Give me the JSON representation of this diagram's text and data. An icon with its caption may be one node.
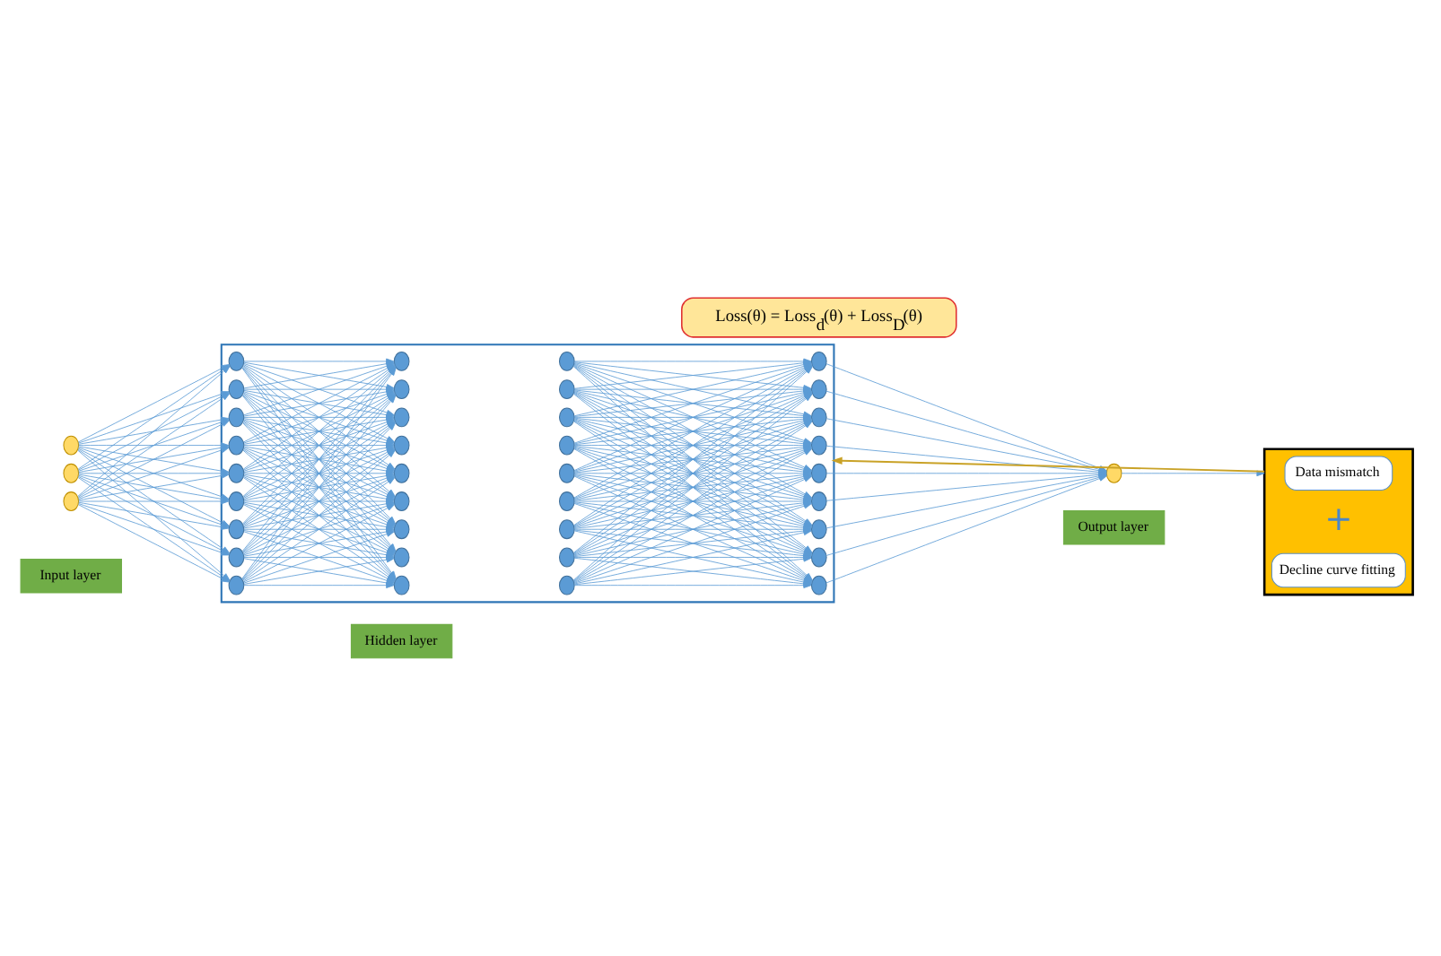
{
  "diagram": {
    "nodes": [
      {
        "text": [
          "Loss(θ) = Loss$_{d}$(θ) + Loss$_{D}$(θ)"
        ]
      },
      {
        "text": [],
        "shape": "circle"
      },
      {
        "text": [],
        "shape": "circle"
      },
      {
        "text": [],
        "shape": "circle"
      },
      {
        "text": [],
        "shape": "box"
      },
      {
        "text": [],
        "shape": "circle",
        "in": 4
      },
      {
        "text": [],
        "shape": "circle",
        "in": 4
      },
      {
        "text": [],
        "shape": "circle",
        "in": 4
      },
      {
        "text": [],
        "shape": "circle",
        "in": 4
      },
      {
        "text": [],
        "shape": "circle",
        "in": 4
      },
      {
        "text": [],
        "shape": "circle",
        "in": 4
      },
      {
        "text": [],
        "shape": "circle",
        "in": 4
      },
      {
        "text": [],
        "shape": "circle",
        "in": 4
      },
      {
        "text": [],
        "shape": "circle",
        "in": 4
      },
      {
        "text": [],
        "shape": "circle",
        "in": 4
      },
      {
        "text": [],
        "shape": "circle",
        "in": 4
      },
      {
        "text": [],
        "shape": "circle",
        "in": 4
      },
      {
        "text": [],
        "shape": "circle",
        "in": 4
      },
      {
        "text": [],
        "shape": "circle",
        "in": 4
      },
      {
        "text": [],
        "shape": "circle",
        "in": 4
      },
      {
        "text": [],
        "shape": "circle",
        "in": 4
      },
      {
        "text": [],
        "shape": "circle",
        "in": 4
      },
      {
        "text": [],
        "shape": "circle",
        "in": 4
      },
      {
        "text": [],
        "shape": "circle",
        "in": 4
      },
      {
        "text": [],
        "shape": "circle",
        "in": 4
      },
      {
        "text": [],
        "shape": "circle",
        "in": 4
      },
      {
        "text": [],
        "shape": "circle",
        "in": 4
      },
      {
        "text": [],
        "shape": "circle",
        "in": 4
      },
      {
        "text": [],
        "shape": "circle",
        "in": 4
      },
      {
        "text": [],
        "shape": "circle",
        "in": 4
      },
      {
        "text": [],
        "shape": "circle",
        "in": 4
      },
      {
        "text": [],
        "shape": "circle",
        "in": 4
      },
      {
        "text": [],
        "shape": "circle",
        "in": 4
      },
      {
        "text": [],
        "shape": "circle",
        "in": 4
      },
      {
        "text": [],
        "shape": "circle",
        "in": 4
      },
      {
        "text": [],
        "shape": "circle",
        "in": 4
      },
      {
        "text": [],
        "shape": "circle",
        "in": 4
      },
      {
        "text": [],
        "shape": "circle",
        "in": 4
      },
      {
        "text": [],
        "shape": "circle",
        "in": 4
      },
      {
        "text": [],
        "shape": "circle",
        "in": 4
      },
      {
        "text": [],
        "shape": "circle",
        "in": 4
      },
      {
        "text": [],
        "shape": "circle"
      },
      {
        "text": [],
        "shape": "box"
      },
      {
        "text": [
          "Data mismatch"
        ],
        "in": 42
      },
      {
        "text": [
          "Decline curve fitting"
        ],
        "in": 42
      },
      {
        "text": [
          "Input layer"
        ]
      },
      {
        "text": [
          "Hidden layer"
        ]
      },
      {
        "text": [
          "Output layer"
        ]
      }
    ],
    "edges": [
      {
        "from": 1,
        "to": 5,
        "arrow": "to"
      },
      {
        "from": 1,
        "to": 6,
        "arrow": "to"
      },
      {
        "from": 1,
        "to": 7,
        "arrow": "to"
      },
      {
        "from": 1,
        "to": 8,
        "arrow": "to"
      },
      {
        "from": 1,
        "to": 9,
        "arrow": "to"
      },
      {
        "from": 1,
        "to": 10,
        "arrow": "to"
      },
      {
        "from": 1,
        "to": 11,
        "arrow": "to"
      },
      {
        "from": 1,
        "to": 12,
        "arrow": "to"
      },
      {
        "from": 1,
        "to": 13,
        "arrow": "to"
      },
      {
        "from": 2,
        "to": 5,
        "arrow": "to"
      },
      {
        "from": 2,
        "to": 6,
        "arrow": "to"
      },
      {
        "from": 2,
        "to": 7,
        "arrow": "to"
      },
      {
        "from": 2,
        "to": 8,
        "arrow": "to"
      },
      {
        "from": 2,
        "to": 9,
        "arrow": "to"
      },
      {
        "from": 2,
        "to": 10,
        "arrow": "to"
      },
      {
        "from": 2,
        "to": 11,
        "arrow": "to"
      },
      {
        "from": 2,
        "to": 12,
        "arrow": "to"
      },
      {
        "from": 2,
        "to": 13,
        "arrow": "to"
      },
      {
        "from": 3,
        "to": 5,
        "arrow": "to"
      },
      {
        "from": 3,
        "to": 6,
        "arrow": "to"
      },
      {
        "from": 3,
        "to": 7,
        "arrow": "to"
      },
      {
        "from": 3,
        "to": 8,
        "arrow": "to"
      },
      {
        "from": 3,
        "to": 9,
        "arrow": "to"
      },
      {
        "from": 3,
        "to": 10,
        "arrow": "to"
      },
      {
        "from": 3,
        "to": 11,
        "arrow": "to"
      },
      {
        "from": 3,
        "to": 12,
        "arrow": "to"
      },
      {
        "from": 3,
        "to": 13,
        "arrow": "to"
      },
      {
        "from": 5,
        "to": 14,
        "arrow": "to"
      },
      {
        "from": 5,
        "to": 15,
        "arrow": "to"
      },
      {
        "from": 5,
        "to": 16,
        "arrow": "to"
      },
      {
        "from": 5,
        "to": 17,
        "arrow": "to"
      },
      {
        "from": 5,
        "to": 18,
        "arrow": "to"
      },
      {
        "from": 5,
        "to": 19,
        "arrow": "to"
      },
      {
        "from": 5,
        "to": 20,
        "arrow": "to"
      },
      {
        "from": 5,
        "to": 21,
        "arrow": "to"
      },
      {
        "from": 5,
        "to": 22,
        "arrow": "to"
      },
      {
        "from": 6,
        "to": 14,
        "arrow": "to"
      },
      {
        "from": 6,
        "to": 15,
        "arrow": "to"
      },
      {
        "from": 6,
        "to": 16,
        "arrow": "to"
      },
      {
        "from": 6,
        "to": 17,
        "arrow": "to"
      },
      {
        "from": 6,
        "to": 18,
        "arrow": "to"
      },
      {
        "from": 6,
        "to": 19,
        "arrow": "to"
      },
      {
        "from": 6,
        "to": 20,
        "arrow": "to"
      },
      {
        "from": 6,
        "to": 21,
        "arrow": "to"
      },
      {
        "from": 6,
        "to": 22,
        "arrow": "to"
      },
      {
        "from": 7,
        "to": 14,
        "arrow": "to"
      },
      {
        "from": 7,
        "to": 15,
        "arrow": "to"
      },
      {
        "from": 7,
        "to": 16,
        "arrow": "to"
      },
      {
        "from": 7,
        "to": 17,
        "arrow": "to"
      },
      {
        "from": 7,
        "to": 18,
        "arrow": "to"
      },
      {
        "from": 7,
        "to": 19,
        "arrow": "to"
      },
      {
        "from": 7,
        "to": 20,
        "arrow": "to"
      },
      {
        "from": 7,
        "to": 21,
        "arrow": "to"
      },
      {
        "from": 7,
        "to": 22,
        "arrow": "to"
      },
      {
        "from": 8,
        "to": 14,
        "arrow": "to"
      },
      {
        "from": 8,
        "to": 15,
        "arrow": "to"
      },
      {
        "from": 8,
        "to": 16,
        "arrow": "to"
      },
      {
        "from": 8,
        "to": 17,
        "arrow": "to"
      },
      {
        "from": 8,
        "to": 18,
        "arrow": "to"
      },
      {
        "from": 8,
        "to": 19,
        "arrow": "to"
      },
      {
        "from": 8,
        "to": 20,
        "arrow": "to"
      },
      {
        "from": 8,
        "to": 21,
        "arrow": "to"
      },
      {
        "from": 8,
        "to": 22,
        "arrow": "to"
      },
      {
        "from": 9,
        "to": 14,
        "arrow": "to"
      },
      {
        "from": 9,
        "to": 15,
        "arrow": "to"
      },
      {
        "from": 9,
        "to": 16,
        "arrow": "to"
      },
      {
        "from": 9,
        "to": 17,
        "arrow": "to"
      },
      {
        "from": 9,
        "to": 18,
        "arrow": "to"
      },
      {
        "from": 9,
        "to": 19,
        "arrow": "to"
      },
      {
        "from": 9,
        "to": 20,
        "arrow": "to"
      },
      {
        "from": 9,
        "to": 21,
        "arrow": "to"
      },
      {
        "from": 9,
        "to": 22,
        "arrow": "to"
      },
      {
        "from": 10,
        "to": 14,
        "arrow": "to"
      },
      {
        "from": 10,
        "to": 15,
        "arrow": "to"
      },
      {
        "from": 10,
        "to": 16,
        "arrow": "to"
      },
      {
        "from": 10,
        "to": 17,
        "arrow": "to"
      },
      {
        "from": 10,
        "to": 18,
        "arrow": "to"
      },
      {
        "from": 10,
        "to": 19,
        "arrow": "to"
      },
      {
        "from": 10,
        "to": 20,
        "arrow": "to"
      },
      {
        "from": 10,
        "to": 21,
        "arrow": "to"
      },
      {
        "from": 10,
        "to": 22,
        "arrow": "to"
      },
      {
        "from": 11,
        "to": 14,
        "arrow": "to"
      },
      {
        "from": 11,
        "to": 15,
        "arrow": "to"
      },
      {
        "from": 11,
        "to": 16,
        "arrow": "to"
      },
      {
        "from": 11,
        "to": 17,
        "arrow": "to"
      },
      {
        "from": 11,
        "to": 18,
        "arrow": "to"
      },
      {
        "from": 11,
        "to": 19,
        "arrow": "to"
      },
      {
        "from": 11,
        "to": 20,
        "arrow": "to"
      },
      {
        "from": 11,
        "to": 21,
        "arrow": "to"
      },
      {
        "from": 11,
        "to": 22,
        "arrow": "to"
      },
      {
        "from": 12,
        "to": 14,
        "arrow": "to"
      },
      {
        "from": 12,
        "to": 15,
        "arrow": "to"
      },
      {
        "from": 12,
        "to": 16,
        "arrow": "to"
      },
      {
        "from": 12,
        "to": 17,
        "arrow": "to"
      },
      {
        "from": 12,
        "to": 18,
        "arrow": "to"
      },
      {
        "from": 12,
        "to": 19,
        "arrow": "to"
      },
      {
        "from": 12,
        "to": 20,
        "arrow": "to"
      },
      {
        "from": 12,
        "to": 21,
        "arrow": "to"
      },
      {
        "from": 12,
        "to": 22,
        "arrow": "to"
      },
      {
        "from": 13,
        "to": 14,
        "arrow": "to"
      },
      {
        "from": 13,
        "to": 15,
        "arrow": "to"
      },
      {
        "from": 13,
        "to": 16,
        "arrow": "to"
      },
      {
        "from": 13,
        "to": 17,
        "arrow": "to"
      },
      {
        "from": 13,
        "to": 18,
        "arrow": "to"
      },
      {
        "from": 13,
        "to": 19,
        "arrow": "to"
      },
      {
        "from": 13,
        "to": 20,
        "arrow": "to"
      },
      {
        "from": 13,
        "to": 21,
        "arrow": "to"
      },
      {
        "from": 13,
        "to": 22,
        "arrow": "to"
      },
      {
        "from": 23,
        "to": 32,
        "arrow": "to"
      },
      {
        "from": 23,
        "to": 33,
        "arrow": "to"
      },
      {
        "from": 23,
        "to": 34,
        "arrow": "to"
      },
      {
        "from": 23,
        "to": 35,
        "arrow": "to"
      },
      {
        "from": 23,
        "to": 36,
        "arrow": "to"
      },
      {
        "from": 23,
        "to": 37,
        "arrow": "to"
      },
      {
        "from": 23,
        "to": 38,
        "arrow": "to"
      },
      {
        "from": 23,
        "to": 39,
        "arrow": "to"
      },
      {
        "from": 23,
        "to": 40,
        "arrow": "to"
      },
      {
        "from": 24,
        "to": 32,
        "arrow": "to"
      },
      {
        "from": 24,
        "to": 33,
        "arrow": "to"
      },
      {
        "from": 24,
        "to": 34,
        "arrow": "to"
      },
      {
        "from": 24,
        "to": 35,
        "arrow": "to"
      },
      {
        "from": 24,
        "to": 36,
        "arrow": "to"
      },
      {
        "from": 24,
        "to": 37,
        "arrow": "to"
      },
      {
        "from": 24,
        "to": 38,
        "arrow": "to"
      },
      {
        "from": 24,
        "to": 39,
        "arrow": "to"
      },
      {
        "from": 24,
        "to": 40,
        "arrow": "to"
      },
      {
        "from": 25,
        "to": 32,
        "arrow": "to"
      },
      {
        "from": 25,
        "to": 33,
        "arrow": "to"
      },
      {
        "from": 25,
        "to": 34,
        "arrow": "to"
      },
      {
        "from": 25,
        "to": 35,
        "arrow": "to"
      },
      {
        "from": 25,
        "to": 36,
        "arrow": "to"
      },
      {
        "from": 25,
        "to": 37,
        "arrow": "to"
      },
      {
        "from": 25,
        "to": 38,
        "arrow": "to"
      },
      {
        "from": 25,
        "to": 39,
        "arrow": "to"
      },
      {
        "from": 25,
        "to": 40,
        "arrow": "to"
      },
      {
        "from": 26,
        "to": 32,
        "arrow": "to"
      },
      {
        "from": 26,
        "to": 33,
        "arrow": "to"
      },
      {
        "from": 26,
        "to": 34,
        "arrow": "to"
      },
      {
        "from": 26,
        "to": 35,
        "arrow": "to"
      },
      {
        "from": 26,
        "to": 36,
        "arrow": "to"
      },
      {
        "from": 26,
        "to": 37,
        "arrow": "to"
      },
      {
        "from": 26,
        "to": 38,
        "arrow": "to"
      },
      {
        "from": 26,
        "to": 39,
        "arrow": "to"
      },
      {
        "from": 26,
        "to": 40,
        "arrow": "to"
      },
      {
        "from": 27,
        "to": 32,
        "arrow": "to"
      },
      {
        "from": 27,
        "to": 33,
        "arrow": "to"
      },
      {
        "from": 27,
        "to": 34,
        "arrow": "to"
      },
      {
        "from": 27,
        "to": 35,
        "arrow": "to"
      },
      {
        "from": 27,
        "to": 36,
        "arrow": "to"
      },
      {
        "from": 27,
        "to": 37,
        "arrow": "to"
      },
      {
        "from": 27,
        "to": 38,
        "arrow": "to"
      },
      {
        "from": 27,
        "to": 39,
        "arrow": "to"
      },
      {
        "from": 27,
        "to": 40,
        "arrow": "to"
      },
      {
        "from": 28,
        "to": 32,
        "arrow": "to"
      },
      {
        "from": 28,
        "to": 33,
        "arrow": "to"
      },
      {
        "from": 28,
        "to": 34,
        "arrow": "to"
      },
      {
        "from": 28,
        "to": 35,
        "arrow": "to"
      },
      {
        "from": 28,
        "to": 36,
        "arrow": "to"
      },
      {
        "from": 28,
        "to": 37,
        "arrow": "to"
      },
      {
        "from": 28,
        "to": 38,
        "arrow": "to"
      },
      {
        "from": 28,
        "to": 39,
        "arrow": "to"
      },
      {
        "from": 28,
        "to": 40,
        "arrow": "to"
      },
      {
        "from": 29,
        "to": 32,
        "arrow": "to"
      },
      {
        "from": 29,
        "to": 33,
        "arrow": "to"
      },
      {
        "from": 29,
        "to": 34,
        "arrow": "to"
      },
      {
        "from": 29,
        "to": 35,
        "arrow": "to"
      },
      {
        "from": 29,
        "to": 36,
        "arrow": "to"
      },
      {
        "from": 29,
        "to": 37,
        "arrow": "to"
      },
      {
        "from": 29,
        "to": 38,
        "arrow": "to"
      },
      {
        "from": 29,
        "to": 39,
        "arrow": "to"
      },
      {
        "from": 29,
        "to": 40,
        "arrow": "to"
      },
      {
        "from": 30,
        "to": 32,
        "arrow": "to"
      },
      {
        "from": 30,
        "to": 33,
        "arrow": "to"
      },
      {
        "from": 30,
        "to": 34,
        "arrow": "to"
      },
      {
        "from": 30,
        "to": 35,
        "arrow": "to"
      },
      {
        "from": 30,
        "to": 36,
        "arrow": "to"
      },
      {
        "from": 30,
        "to": 37,
        "arrow": "to"
      },
      {
        "from": 30,
        "to": 38,
        "arrow": "to"
      },
      {
        "from": 30,
        "to": 39,
        "arrow": "to"
      },
      {
        "from": 30,
        "to": 40,
        "arrow": "to"
      },
      {
        "from": 31,
        "to": 32,
        "arrow": "to"
      },
      {
        "from": 31,
        "to": 33,
        "arrow": "to"
      },
      {
        "from": 31,
        "to": 34,
        "arrow": "to"
      },
      {
        "from": 31,
        "to": 35,
        "arrow": "to"
      },
      {
        "from": 31,
        "to": 36,
        "arrow": "to"
      },
      {
        "from": 31,
        "to": 37,
        "arrow": "to"
      },
      {
        "from": 31,
        "to": 38,
        "arrow": "to"
      },
      {
        "from": 31,
        "to": 39,
        "arrow": "to"
      },
      {
        "from": 31,
        "to": 40,
        "arrow": "to"
      },
      {
        "from": 32,
        "to": 41,
        "arrow": "to"
      },
      {
        "from": 33,
        "to": 41,
        "arrow": "to"
      },
      {
        "from": 34,
        "to": 41,
        "arrow": "to"
      },
      {
        "from": 35,
        "to": 41,
        "arrow": "to"
      },
      {
        "from": 36,
        "to": 41,
        "arrow": "to"
      },
      {
        "from": 37,
        "to": 41,
        "arrow": "to"
      },
      {
        "from": 38,
        "to": 41,
        "arrow": "to"
      },
      {
        "from": 39,
        "to": 41,
        "arrow": "to"
      },
      {
        "from": 40,
        "to": 41,
        "arrow": "to"
      },
      {
        "from": 41,
        "to": 42,
        "arrow": "to"
      },
      {
        "from": 42,
        "to": 4,
        "arrow": "to",
        "color": "#c9a227"
      }
    ],
    "labels": [
      "+"
    ]
  }
}
